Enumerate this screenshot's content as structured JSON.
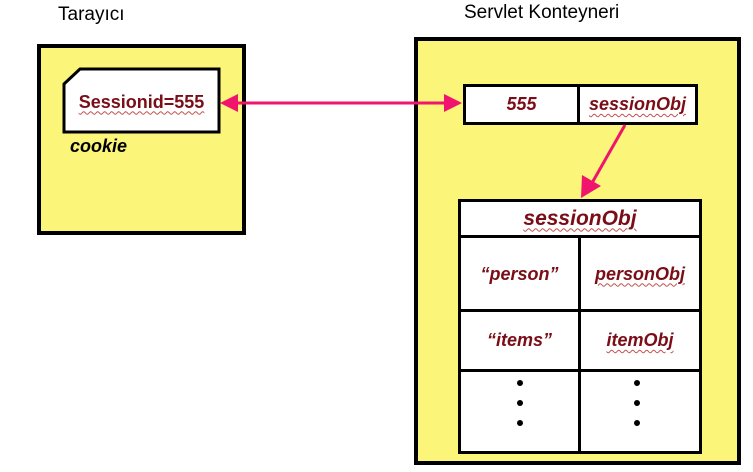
{
  "browser": {
    "title": "Tarayıcı",
    "cookie_value": "Sessionid=555",
    "cookie_label": "cookie"
  },
  "container": {
    "title": "Servlet Konteyneri",
    "map_key": "555",
    "map_value": "sessionObj"
  },
  "session_object": {
    "title": "sessionObj",
    "rows": [
      {
        "key": "“person”",
        "value": "personObj"
      },
      {
        "key": "“items”",
        "value": "itemObj"
      }
    ]
  },
  "colors": {
    "panel_fill": "#fbf579",
    "arrow": "#f0146e",
    "text_dark_red": "#7a0d16"
  },
  "icons": [
    "vertical-ellipsis-icon",
    "vertical-ellipsis-icon"
  ]
}
